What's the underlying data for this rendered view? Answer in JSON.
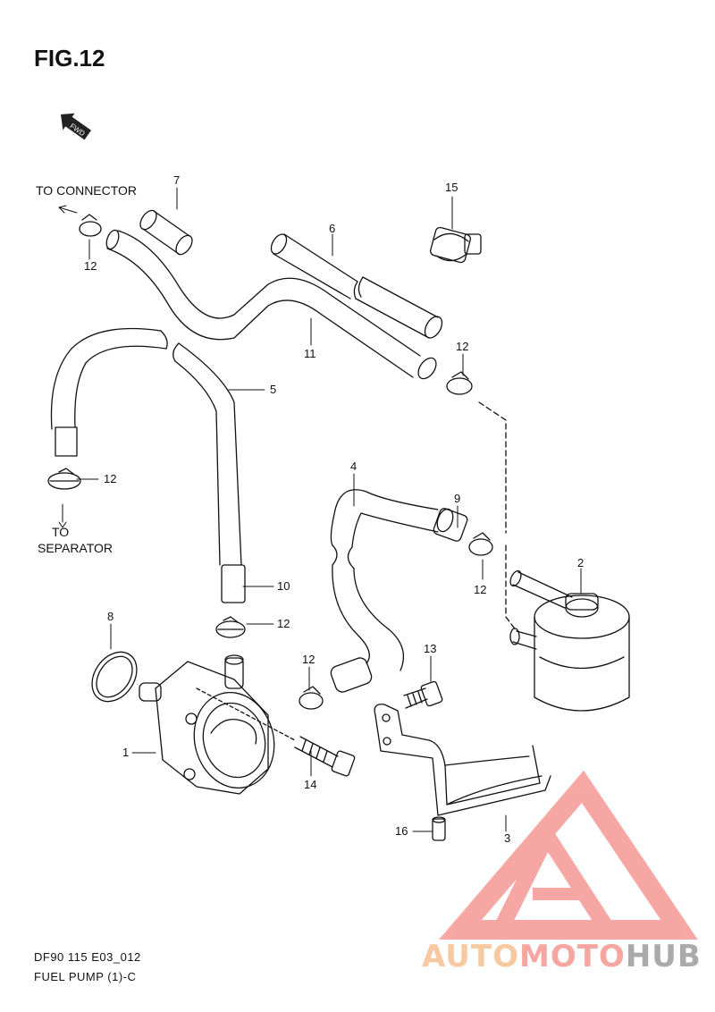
{
  "figure_title": "FIG.12",
  "fwd_label": "FWD",
  "annotations": {
    "to_connector": "TO CONNECTOR",
    "to": "TO",
    "separator": "SEPARATOR"
  },
  "callouts": {
    "c1": "1",
    "c2": "2",
    "c3": "3",
    "c4": "4",
    "c5": "5",
    "c6": "6",
    "c7": "7",
    "c8": "8",
    "c9": "9",
    "c10": "10",
    "c11": "11",
    "c12a": "12",
    "c12b": "12",
    "c12c": "12",
    "c12d": "12",
    "c12e": "12",
    "c12f": "12",
    "c13": "13",
    "c14": "14",
    "c15": "15",
    "c16": "16"
  },
  "footer": {
    "code": "DF90 115 E03_012",
    "name": "FUEL PUMP (1)-C"
  },
  "watermark": {
    "part1": "AUTO",
    "part2": "MOTO",
    "part3": "HUB",
    "color_light": "#f7c9a0",
    "color_red": "#f6a6a0",
    "color_gray": "#aaaaaa"
  }
}
